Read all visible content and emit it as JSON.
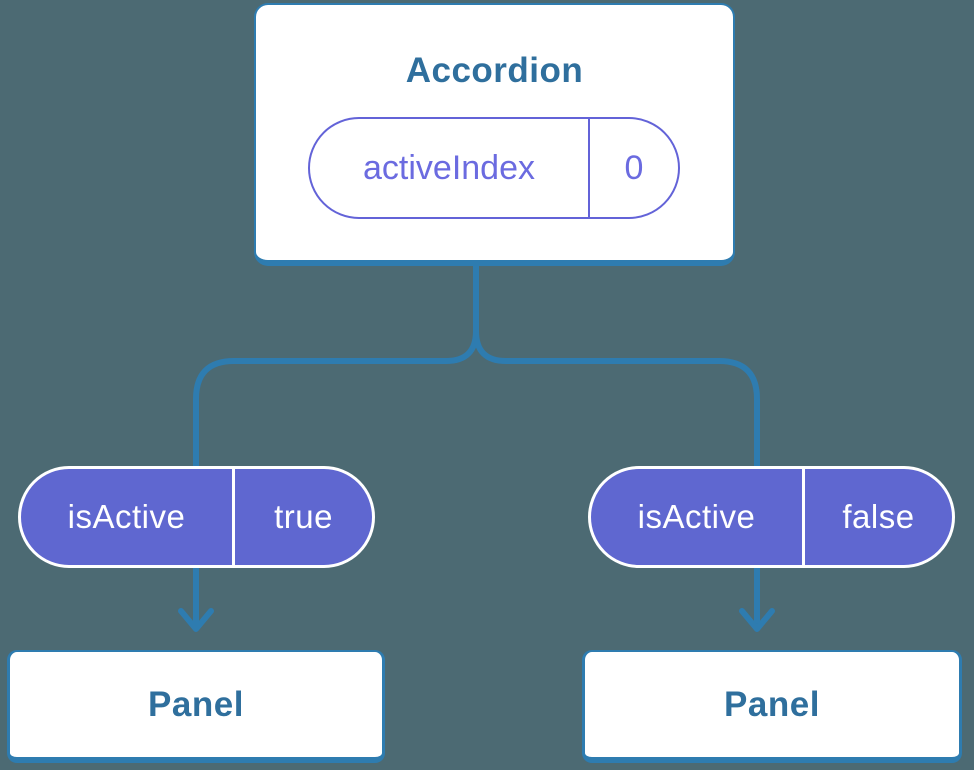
{
  "diagram": {
    "description": "React component tree showing an Accordion parent passing isActive props to two Panel children",
    "colors": {
      "background": "#4C6A73",
      "connector_blue": "#2E7CB0",
      "card_text_blue": "#2F6F9D",
      "pill_fill_purple": "#5F67D0",
      "pill_outline_purple": "#6363D8",
      "pill_text_purple": "#6B6BE0",
      "card_fill": "#ffffff"
    },
    "root": {
      "title": "Accordion",
      "state": {
        "name": "activeIndex",
        "value": "0"
      }
    },
    "children": [
      {
        "prop": {
          "name": "isActive",
          "value": "true"
        },
        "label": "Panel"
      },
      {
        "prop": {
          "name": "isActive",
          "value": "false"
        },
        "label": "Panel"
      }
    ]
  }
}
